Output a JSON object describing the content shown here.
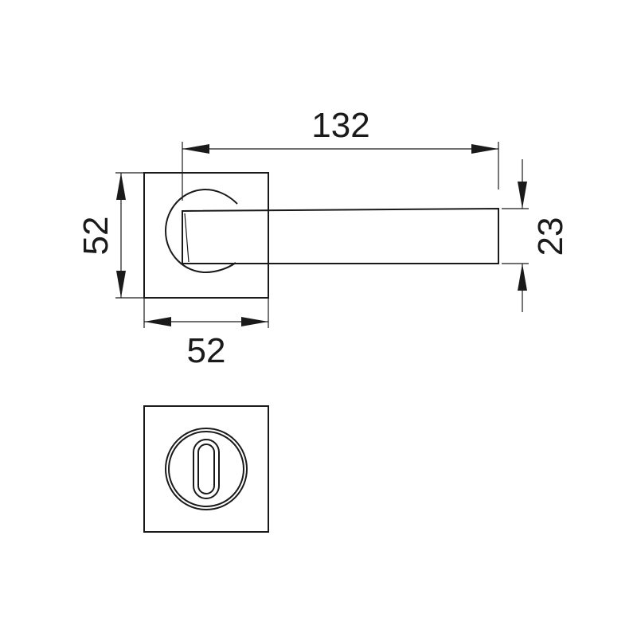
{
  "dimensions": {
    "lever_length": "132",
    "rose_height": "52",
    "rose_width": "52",
    "lever_height": "23"
  },
  "colors": {
    "line": "#1a1a1a",
    "background": "#ffffff"
  }
}
